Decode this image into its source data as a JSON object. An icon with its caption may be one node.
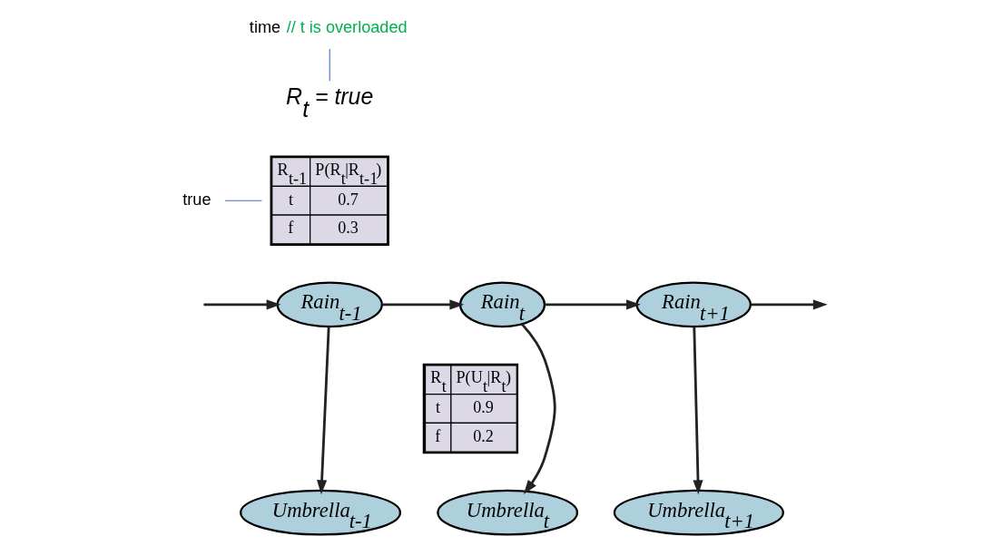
{
  "diagram": {
    "nodes": [
      {
        "text": [
          "time",
          "// t is overloaded"
        ]
      },
      {
        "text": [
          "R$_{t}$ = true"
        ]
      },
      {
        "text": [
          "R$_{t-1}$",
          "P(R$_{t}$|R$_{t-1}$)",
          "t",
          "0.7",
          "f",
          "0.3"
        ]
      },
      {
        "text": [
          "true"
        ]
      },
      {
        "text": [
          "Rain$_{t-1}$"
        ]
      },
      {
        "text": [
          "Rain$_{t}$"
        ]
      },
      {
        "text": [
          "Rain$_{t+1}$"
        ]
      },
      {
        "text": [
          "R$_{t}$",
          "P(U$_{t}$|R$_{t}$)",
          "t",
          "0.9",
          "f",
          "0.2"
        ]
      },
      {
        "text": [
          "Umbrella$_{t-1}$"
        ]
      },
      {
        "text": [
          "Umbrella$_{t}$"
        ]
      },
      {
        "text": [
          "Umbrella$_{t+1}$"
        ]
      }
    ],
    "edges": [
      {
        "from": 0,
        "to": 1,
        "arrow": "none",
        "color": "#4472c4"
      },
      {
        "from": 3,
        "to": 2,
        "arrow": "none",
        "color": "#4472c4"
      },
      {
        "from": null,
        "to": 4,
        "arrow": "to"
      },
      {
        "from": 4,
        "to": 5,
        "arrow": "to"
      },
      {
        "from": 5,
        "to": 6,
        "arrow": "to"
      },
      {
        "from": 6,
        "to": null,
        "arrow": "to"
      },
      {
        "from": 4,
        "to": 8,
        "arrow": "to"
      },
      {
        "from": 5,
        "to": 9,
        "arrow": "to"
      },
      {
        "from": 6,
        "to": 10,
        "arrow": "to"
      }
    ]
  }
}
